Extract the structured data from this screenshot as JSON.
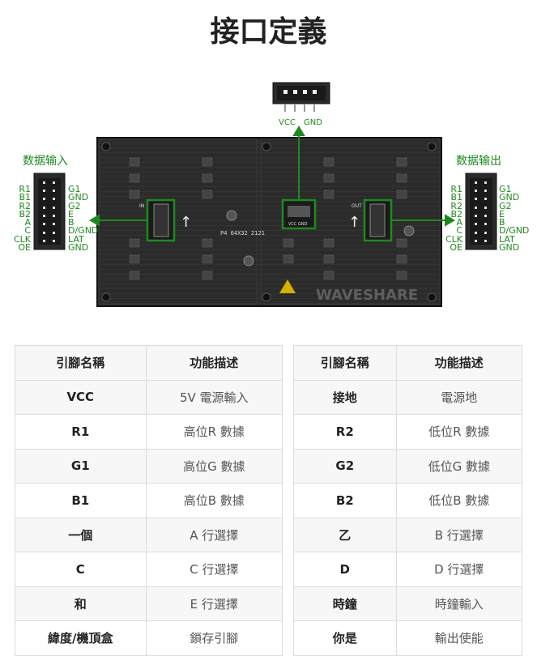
{
  "page": {
    "title": "接口定義"
  },
  "diagram": {
    "power_connector": {
      "label_vcc": "VCC",
      "label_gnd": "GND"
    },
    "input_side": {
      "label": "数据输入",
      "left_pins": [
        "R1",
        "B1",
        "R2",
        "B2",
        "A",
        "C",
        "CLK",
        "OE"
      ],
      "right_pins": [
        "G1",
        "GND",
        "G2",
        "E",
        "B",
        "D/GND",
        "LAT",
        "GND"
      ]
    },
    "output_side": {
      "label": "数据输出",
      "left_pins": [
        "R1",
        "B1",
        "R2",
        "B2",
        "A",
        "C",
        "CLK",
        "OE"
      ],
      "right_pins": [
        "G1",
        "GND",
        "G2",
        "E",
        "B",
        "D/GND",
        "LAT",
        "GND"
      ]
    },
    "panel_text": {
      "model": "P4 64X32 2121",
      "silk_out": "OUT",
      "silk_in": "IN",
      "silk_vcc_gnd": "VCC GND",
      "watermark": "WAVESHARE"
    },
    "colors": {
      "accent": "#1e8a1e",
      "panel": "#2b2b2b"
    }
  },
  "tables": [
    {
      "headers": [
        "引腳名稱",
        "功能描述"
      ],
      "rows": [
        [
          "VCC",
          "5V 電源輸入"
        ],
        [
          "R1",
          "高位R 數據"
        ],
        [
          "G1",
          "高位G 數據"
        ],
        [
          "B1",
          "高位B 數據"
        ],
        [
          "一個",
          "A 行選擇"
        ],
        [
          "C",
          "C 行選擇"
        ],
        [
          "和",
          "E 行選擇"
        ],
        [
          "緯度/機頂盒",
          "鎖存引腳"
        ]
      ]
    },
    {
      "headers": [
        "引腳名稱",
        "功能描述"
      ],
      "rows": [
        [
          "接地",
          "電源地"
        ],
        [
          "R2",
          "低位R 數據"
        ],
        [
          "G2",
          "低位G 數據"
        ],
        [
          "B2",
          "低位B 數據"
        ],
        [
          "乙",
          "B 行選擇"
        ],
        [
          "D",
          "D 行選擇"
        ],
        [
          "時鐘",
          "時鐘輸入"
        ],
        [
          "你是",
          "輸出使能"
        ]
      ]
    }
  ]
}
